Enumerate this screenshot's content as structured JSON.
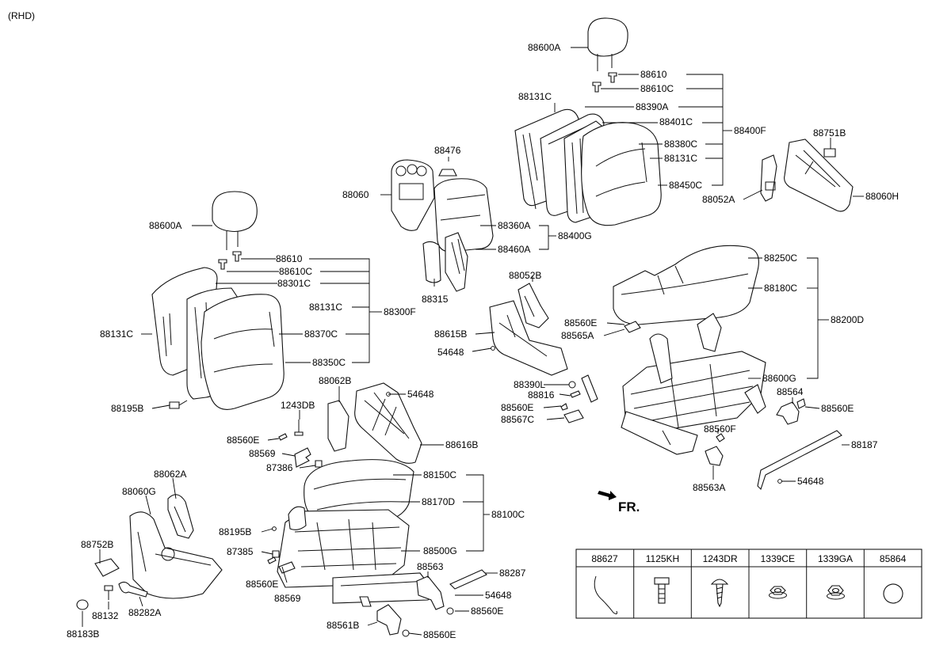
{
  "header": {
    "variant": "(RHD)"
  },
  "direction": {
    "label": "FR."
  },
  "labels": {
    "l88600A_top": "88600A",
    "l88610_top": "88610",
    "l88610C_top": "88610C",
    "l88131C_top": "88131C",
    "l88390A": "88390A",
    "l88401C": "88401C",
    "l88400F": "88400F",
    "l88380C": "88380C",
    "l88131C_top2": "88131C",
    "l88450C": "88450C",
    "l88751B": "88751B",
    "l88052A": "88052A",
    "l88060H": "88060H",
    "l88476": "88476",
    "l88060": "88060",
    "l88360A": "88360A",
    "l88400G": "88400G",
    "l88460A": "88460A",
    "l88315": "88315",
    "l88052B": "88052B",
    "l88615B": "88615B",
    "l54648_mid": "54648",
    "l88600A_left": "88600A",
    "l88610_left": "88610",
    "l88610C_left": "88610C",
    "l88301C": "88301C",
    "l88131C_left": "88131C",
    "l88300F": "88300F",
    "l88131C_left2": "88131C",
    "l88370C": "88370C",
    "l88350C": "88350C",
    "l88195B_left": "88195B",
    "l88062B": "88062B",
    "l54648_left": "54648",
    "l1243DB": "1243DB",
    "l88560E_a": "88560E",
    "l88569_a": "88569",
    "l87386": "87386",
    "l88616B": "88616B",
    "l88150C": "88150C",
    "l88170D": "88170D",
    "l88100C": "88100C",
    "l88195B_bot": "88195B",
    "l87385": "87385",
    "l88560E_b": "88560E",
    "l88569_b": "88569",
    "l88500G": "88500G",
    "l88563": "88563",
    "l88287": "88287",
    "l54648_bot": "54648",
    "l88560E_c": "88560E",
    "l88561B": "88561B",
    "l88560E_d": "88560E",
    "l88060G": "88060G",
    "l88062A": "88062A",
    "l88752B": "88752B",
    "l88132": "88132",
    "l88282A": "88282A",
    "l88183B": "88183B",
    "l88250C": "88250C",
    "l88180C": "88180C",
    "l88200D": "88200D",
    "l88560E_r1": "88560E",
    "l88565A": "88565A",
    "l88600G": "88600G",
    "l88390L": "88390L",
    "l88816": "88816",
    "l88560E_r2": "88560E",
    "l88567C": "88567C",
    "l88564": "88564",
    "l88560E_r3": "88560E",
    "l88560F": "88560F",
    "l88187": "88187",
    "l88563A": "88563A",
    "l54648_right": "54648"
  },
  "parts_table": {
    "columns": [
      "88627",
      "1125KH",
      "1243DR",
      "1339CE",
      "1339GA",
      "85864"
    ]
  },
  "icons": [
    "headrest-icon",
    "seat-back-icon",
    "seat-cushion-icon",
    "track-frame-icon",
    "trim-cover-icon",
    "bracket-icon",
    "clip-icon",
    "bolt-icon",
    "screw-icon",
    "nut-icon",
    "ring-icon",
    "arrow-icon"
  ]
}
